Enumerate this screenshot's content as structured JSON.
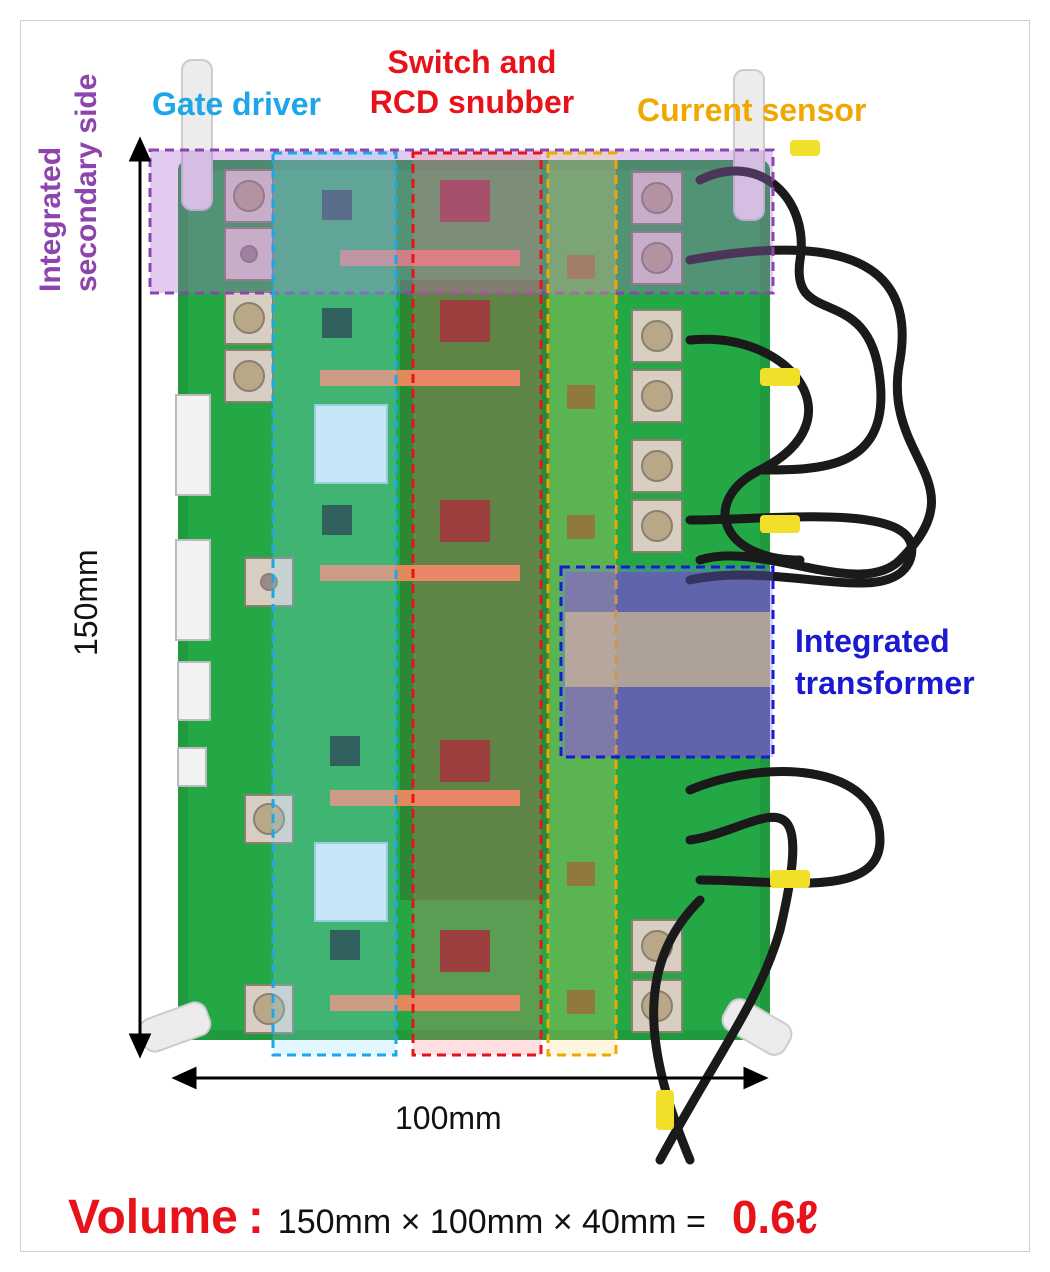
{
  "labels": {
    "integrated_secondary_line1": "Integrated",
    "integrated_secondary_line2": "secondary side",
    "gate_driver": "Gate driver",
    "switch_line1": "Switch and",
    "switch_line2": "RCD snubber",
    "current_sensor": "Current sensor",
    "transformer_line1": "Integrated",
    "transformer_line2": "transformer"
  },
  "dimensions": {
    "height": "150mm",
    "width": "100mm"
  },
  "volume": {
    "label": "Volume",
    "separator": ":",
    "expression": "150mm × 100mm × 40mm =",
    "result": "0.6ℓ"
  },
  "colors": {
    "pcb": "#1f9a3c",
    "secondary_box": "#8e44ad",
    "gate_driver_box": "#1ea7e8",
    "switch_box": "#e8121a",
    "current_sensor_box": "#f0a800",
    "transformer_box": "#1a1ad0",
    "red_text": "#e8121a"
  }
}
